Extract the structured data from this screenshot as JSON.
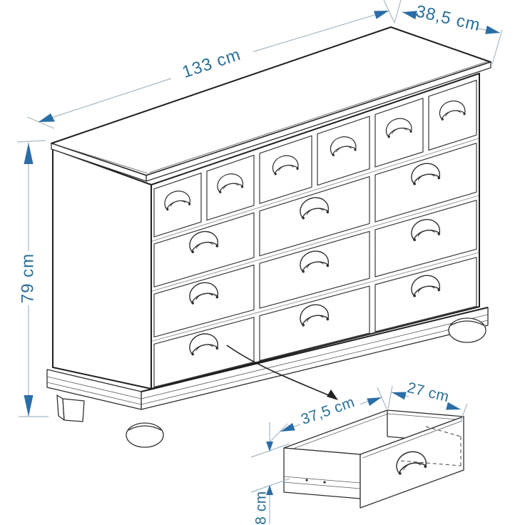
{
  "diagram": {
    "subject": "chest-of-drawers-technical-drawing",
    "dimensions": {
      "width": "133 cm",
      "depth": "38,5 cm",
      "height": "79 cm",
      "drawer_width": "37,5 cm",
      "drawer_depth": "27 cm",
      "drawer_side_height": "8 cm"
    },
    "drawers": {
      "small_count": 6,
      "large_count": 9,
      "handle_style": "cup-shell"
    },
    "colors": {
      "dimension_text": "#2a6f97",
      "dimension_arrow": "#2b6da6",
      "dimension_line": "#a7b8c4",
      "line_art": "#2a2a2a",
      "background": "#ffffff"
    }
  }
}
